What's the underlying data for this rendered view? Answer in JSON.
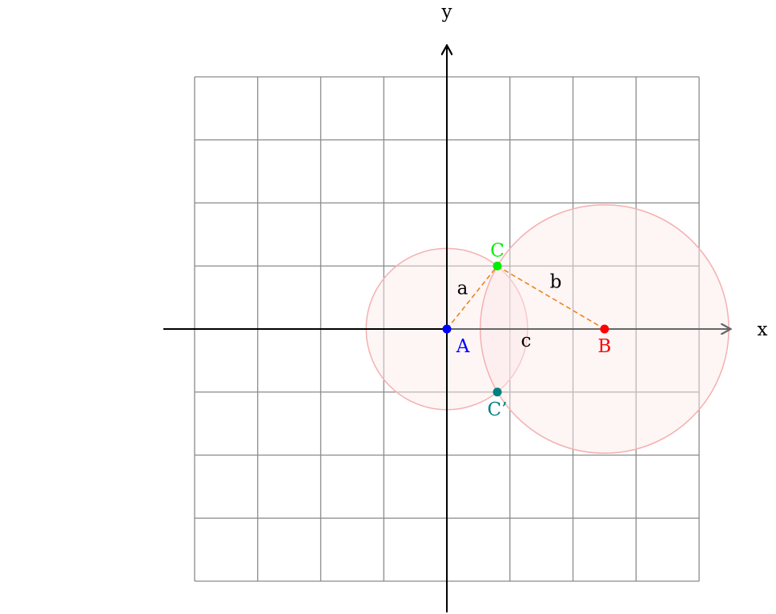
{
  "diagram": {
    "axes": {
      "x_label": "x",
      "y_label": "y"
    },
    "grid": {
      "x_range": [
        -4,
        4
      ],
      "y_range": [
        -4,
        4
      ],
      "step": 1,
      "line_color": "#8a8a8a",
      "axis_color": "#000000",
      "x_axis_right_color": "#666666"
    },
    "points": [
      {
        "id": "A",
        "label": "A",
        "x": 0,
        "y": 0,
        "color": "#0000ff"
      },
      {
        "id": "B",
        "label": "B",
        "x": 2.5,
        "y": 0,
        "color": "#ff0000"
      },
      {
        "id": "C",
        "label": "C",
        "x": 0.8,
        "y": 1.0,
        "color": "#00ee00"
      },
      {
        "id": "Cprime",
        "label": "C’",
        "x": 0.8,
        "y": -1.0,
        "color": "#008080"
      }
    ],
    "circles": [
      {
        "center": "A",
        "radius": 1.28
      },
      {
        "center": "B",
        "radius": 1.97
      }
    ],
    "circle_style": {
      "stroke": "#f4b0b0",
      "fill": "#fce8e8",
      "fill_opacity": 0.45
    },
    "segments": [
      {
        "from": "A",
        "to": "C",
        "label": "a"
      },
      {
        "from": "C",
        "to": "B",
        "label": "b"
      }
    ],
    "segment_color": "#e8861a",
    "side_labels": {
      "c": "c"
    }
  }
}
